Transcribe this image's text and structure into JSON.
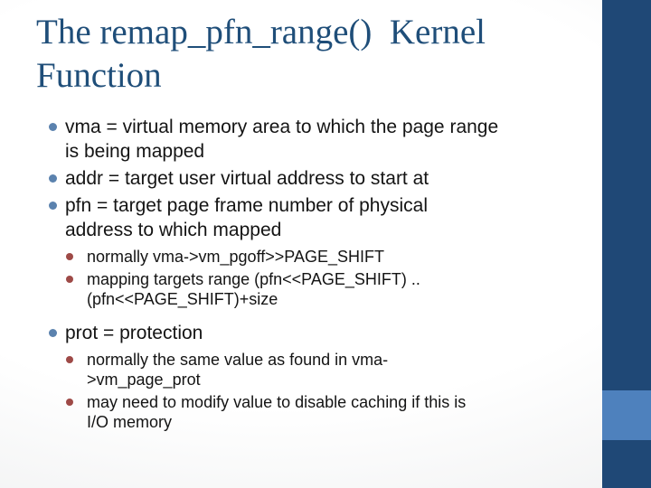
{
  "slide": {
    "title": "The remap_pfn_range()  Kernel Function"
  },
  "colors": {
    "title": "#1F4E79",
    "sidebar": "#1F4876",
    "accent_square": "#4E81BD",
    "bullet_level1": "#5B82AE",
    "bullet_level2": "#9E4A47",
    "body_text": "#141414"
  },
  "content": {
    "items": [
      {
        "text": "vma = virtual memory area to which the page range is being mapped",
        "children": []
      },
      {
        "text": "addr = target user virtual address to start at",
        "children": []
      },
      {
        "text": "pfn = target page frame number of physical address to which mapped",
        "children": [
          "normally vma->vm_pgoff>>PAGE_SHIFT",
          "mapping targets range (pfn<<PAGE_SHIFT) .. (pfn<<PAGE_SHIFT)+size"
        ]
      },
      {
        "text": "prot = protection",
        "children": [
          "normally the same value as found in vma->vm_page_prot",
          "may need to modify value to disable caching if this is I/O memory"
        ]
      }
    ]
  }
}
